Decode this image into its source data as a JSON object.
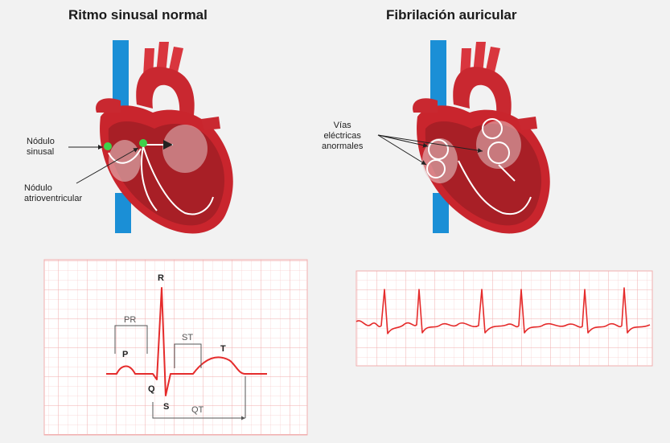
{
  "panels": {
    "left": {
      "title": "Ritmo sinusal normal",
      "labels": {
        "sinus_node": "Nódulo\nsinusal",
        "av_node": "Nódulo\natrioventricular"
      },
      "ecg_labels": {
        "p": "P",
        "q": "Q",
        "r": "R",
        "s": "S",
        "t": "T",
        "pr": "PR",
        "st": "ST",
        "qt": "QT"
      }
    },
    "right": {
      "title": "Fibrilación auricular",
      "labels": {
        "abnormal_paths": "Vías\neléctricas\nanormales"
      }
    }
  },
  "colors": {
    "background": "#f2f2f2",
    "grid": "#f4b7b7",
    "trace": "#e52b2b",
    "heart": "#c9252d",
    "vessel_blue": "#1b8fd6",
    "node_green": "#3fd14a"
  }
}
